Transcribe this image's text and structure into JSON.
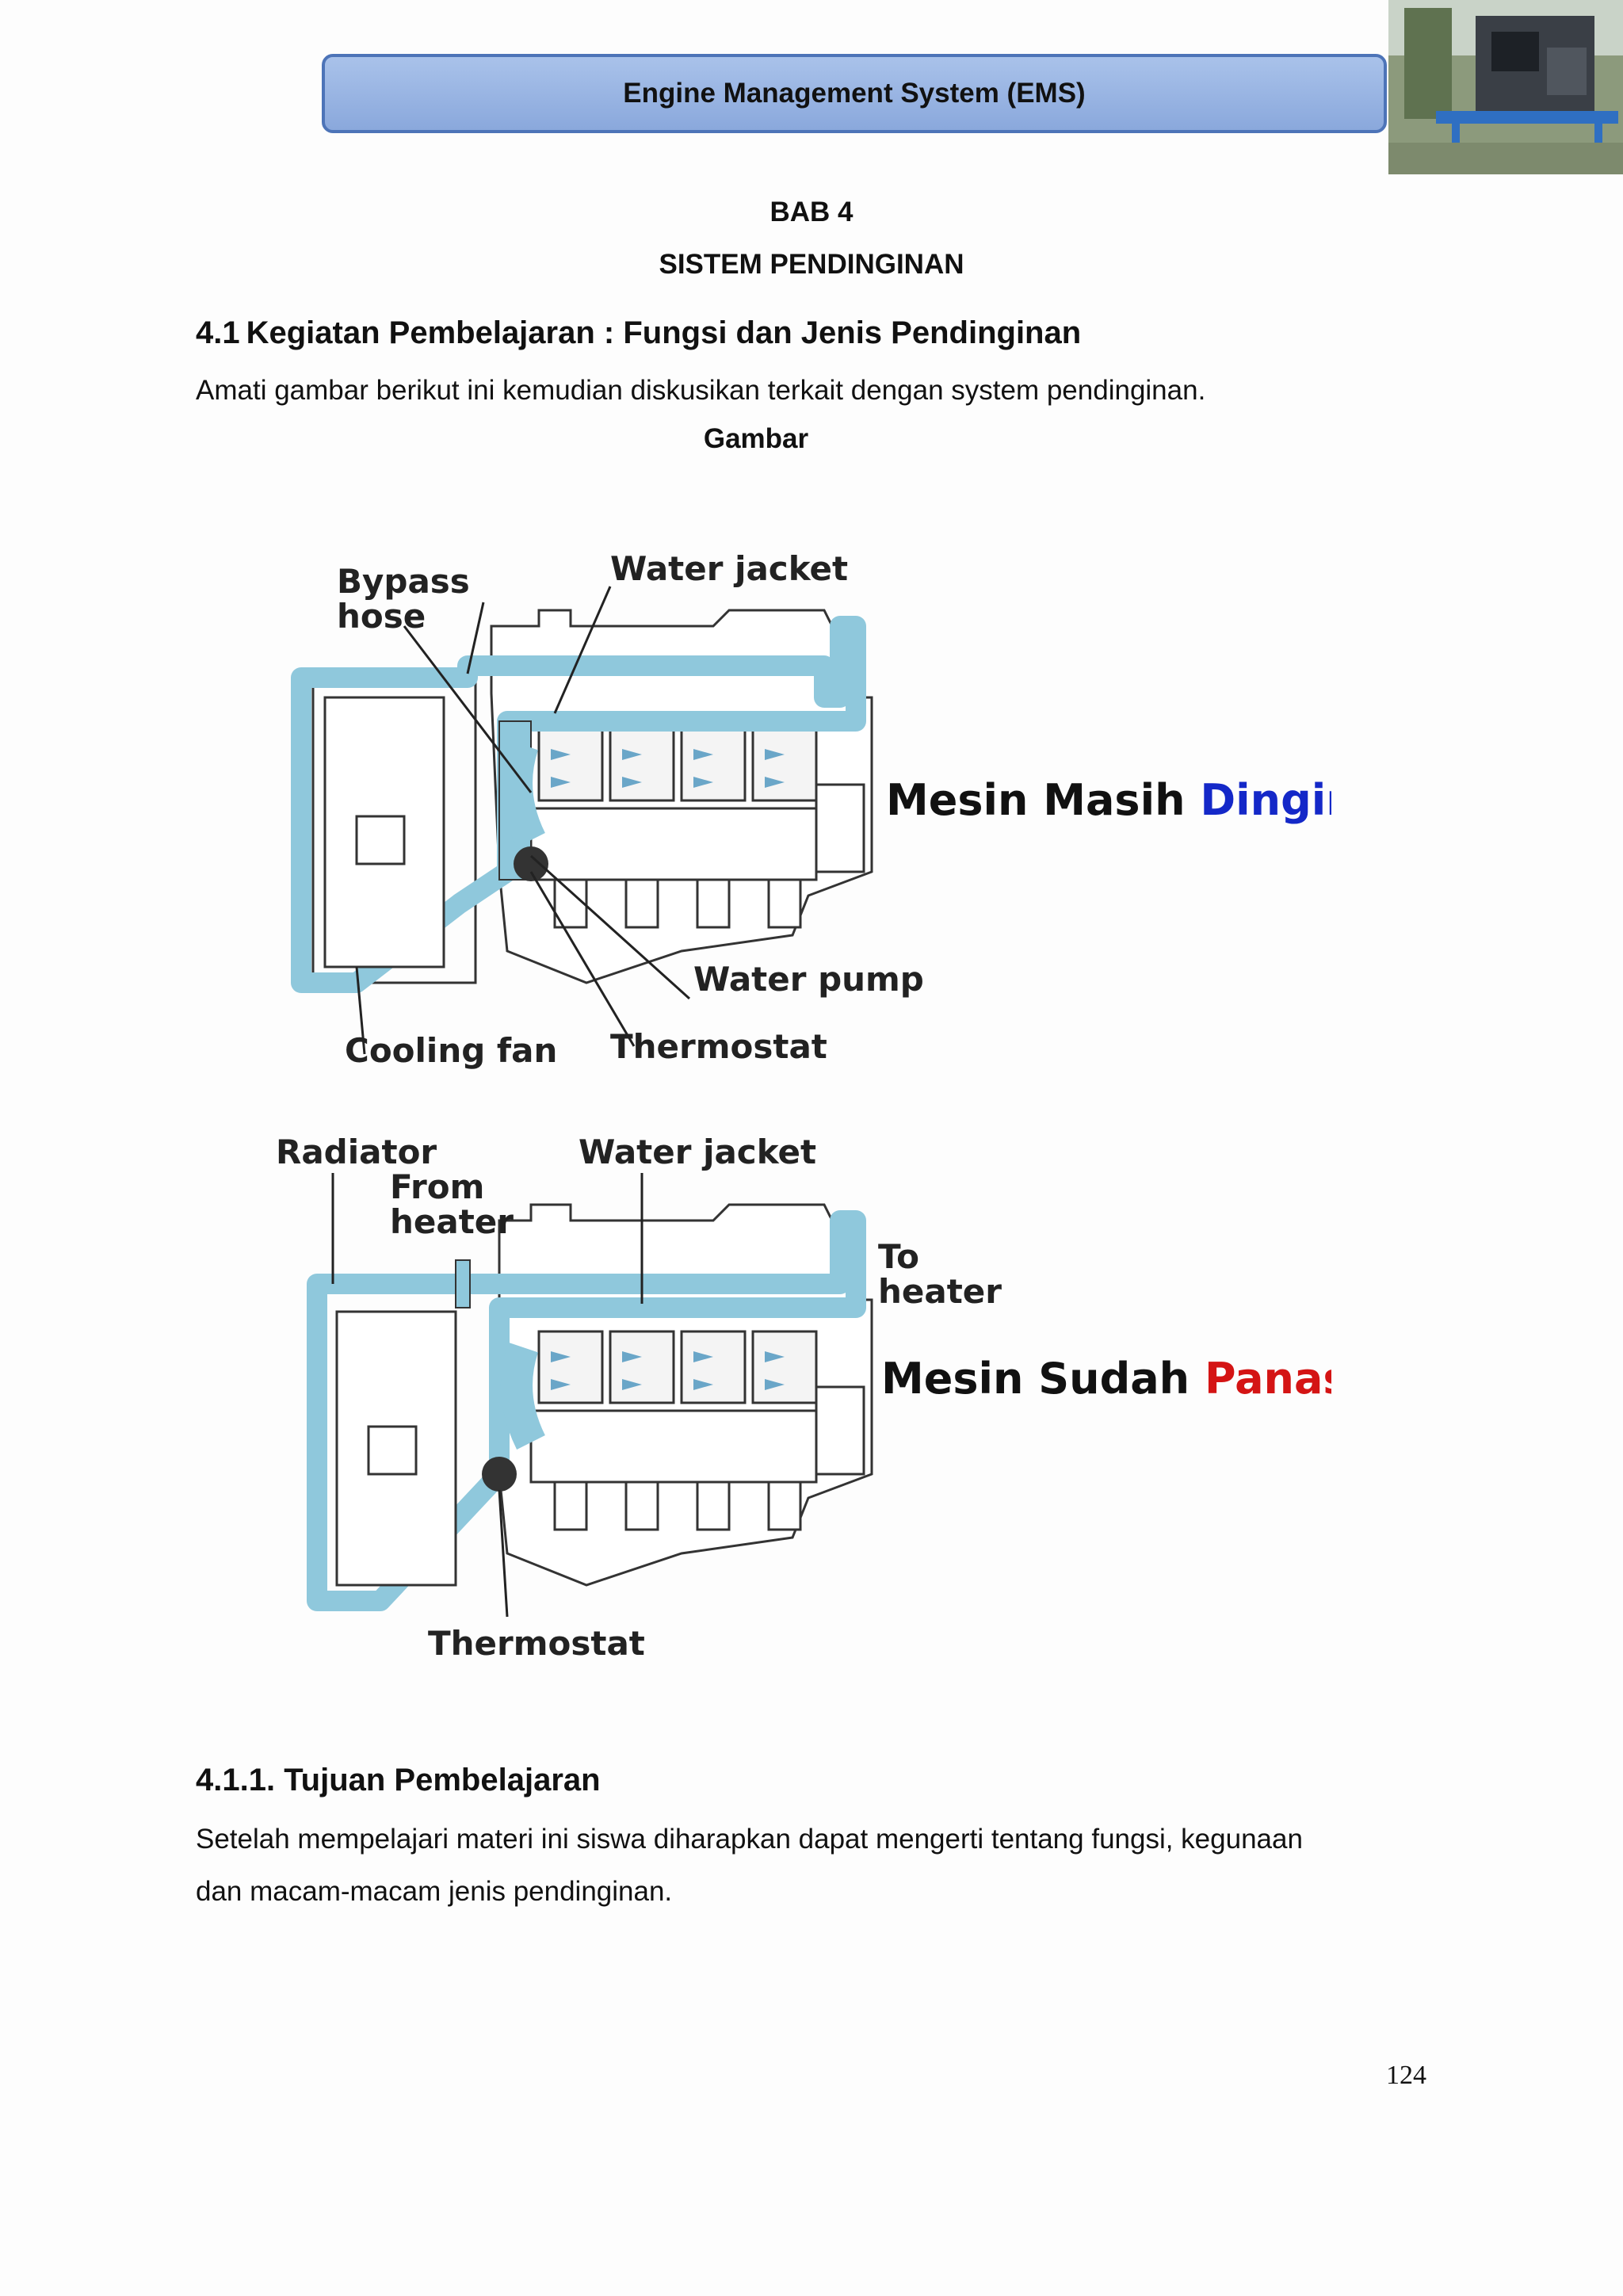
{
  "header": {
    "title": "Engine Management System (EMS)"
  },
  "chapter": {
    "number": "BAB 4",
    "title": "SISTEM PENDINGINAN"
  },
  "section": {
    "heading": "4.1 Kegiatan Pembelajaran : Fungsi dan Jenis Pendinginan",
    "intro": "Amati gambar berikut ini kemudian diskusikan terkait dengan system pendinginan.",
    "figure_caption": "Gambar"
  },
  "figure_top": {
    "labels": {
      "bypass_line1": "Bypass",
      "bypass_line2": "hose",
      "water_jacket": "Water jacket",
      "water_pump": "Water pump",
      "cooling_fan": "Cooling fan",
      "thermostat": "Thermostat"
    },
    "state_prefix": "Mesin Masih ",
    "state_word": "Dingin",
    "state_color": "#1428c8"
  },
  "figure_bottom": {
    "labels": {
      "radiator": "Radiator",
      "water_jacket": "Water jacket",
      "from_heater_line1": "From",
      "from_heater_line2": "heater",
      "to_heater_line1": "To",
      "to_heater_line2": "heater",
      "thermostat": "Thermostat"
    },
    "state_prefix": "Mesin Sudah ",
    "state_word": "Panas",
    "state_color": "#d41414"
  },
  "subsection": {
    "heading": "4.1.1.  Tujuan Pembelajaran",
    "line1": "Setelah mempelajari materi ini siswa diharapkan dapat mengerti tentang fungsi, kegunaan",
    "line2": "dan macam-macam jenis pendinginan."
  },
  "page_number": "124",
  "colors": {
    "coolant": "#8fc8dc",
    "header_fill": "#9fb9e6",
    "header_border": "#4d74b8"
  }
}
